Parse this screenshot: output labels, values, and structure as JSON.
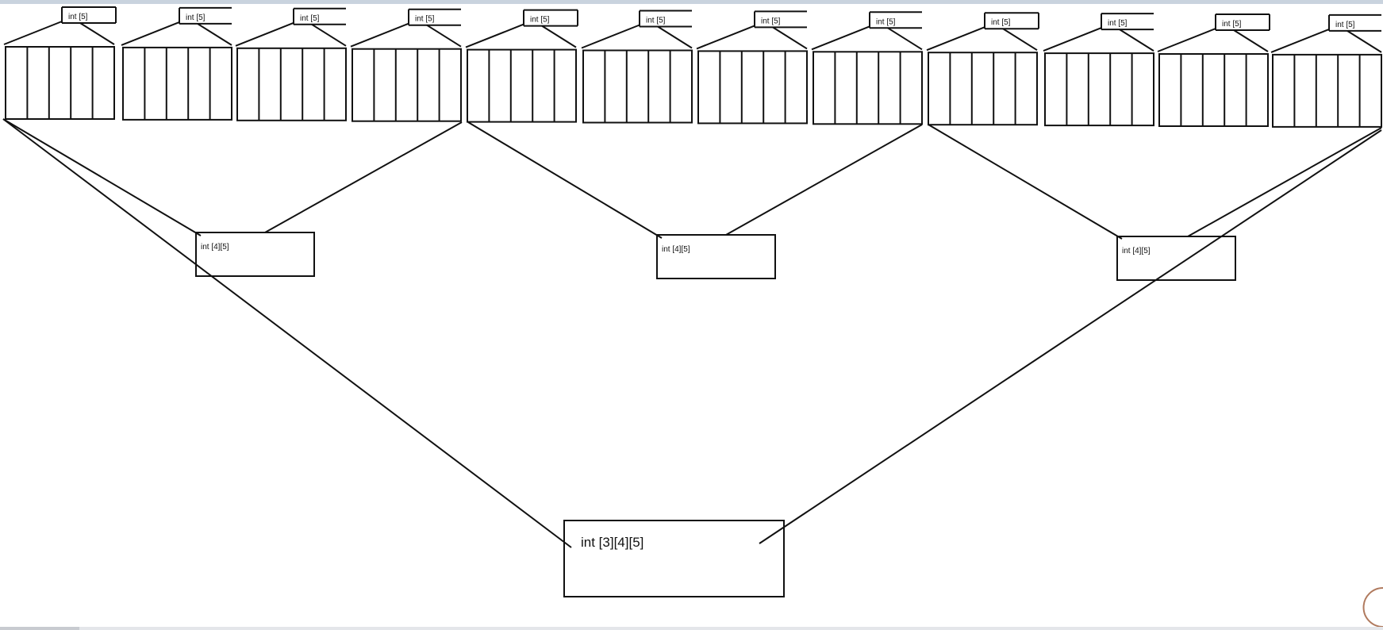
{
  "diagram": {
    "top_label": "int [5]",
    "middle_label": "int [4][5]",
    "root_label": "int [3][4][5]",
    "top_count": 12,
    "cells_per_array": 5,
    "middle_count": 3,
    "stroke_color": "#111111",
    "background_color": "#ffffff"
  }
}
